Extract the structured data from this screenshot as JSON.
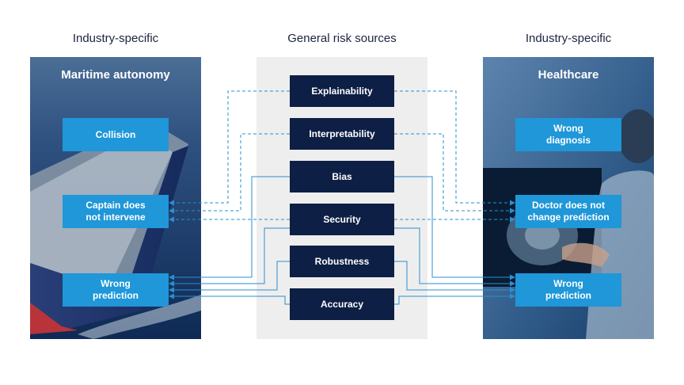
{
  "headings": {
    "left": "Industry-specific",
    "center": "General risk sources",
    "right": "Industry-specific"
  },
  "panels": {
    "left": {
      "title": "Maritime autonomy",
      "boxes": [
        "Collision",
        "Captain does\nnot intervene",
        "Wrong\nprediction"
      ]
    },
    "right": {
      "title": "Healthcare",
      "boxes": [
        "Wrong\ndiagnosis",
        "Doctor does not\nchange prediction",
        "Wrong\nprediction"
      ]
    }
  },
  "risk_sources": [
    "Explainability",
    "Interpretability",
    "Bias",
    "Security",
    "Robustness",
    "Accuracy"
  ],
  "colors": {
    "dark_box": "#0e1f45",
    "light_box": "#1f97d8",
    "connector": "#2a8fd0",
    "center_bg": "#eeeeee"
  }
}
